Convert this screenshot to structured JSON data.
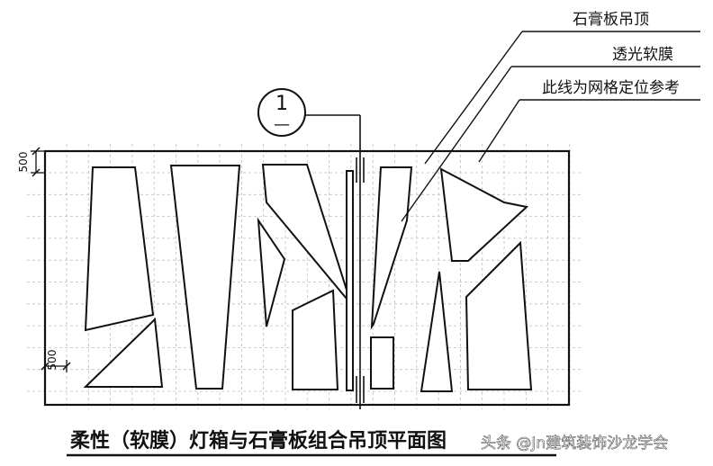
{
  "labels": {
    "gypsum_ceiling": "石膏板吊顶",
    "translucent_membrane": "透光软膜",
    "grid_line_note": "此线为网格定位参考"
  },
  "section_marker": {
    "top": "1",
    "bottom": "—"
  },
  "dimensions": {
    "vertical": "500",
    "horizontal": "500"
  },
  "caption": "柔性（软膜）灯箱与石膏板组合吊顶平面图",
  "watermark": "头条 @Jn建筑装饰沙龙学会",
  "colors": {
    "line": "#111111",
    "grid": "#bdbdbd",
    "background": "#ffffff"
  }
}
